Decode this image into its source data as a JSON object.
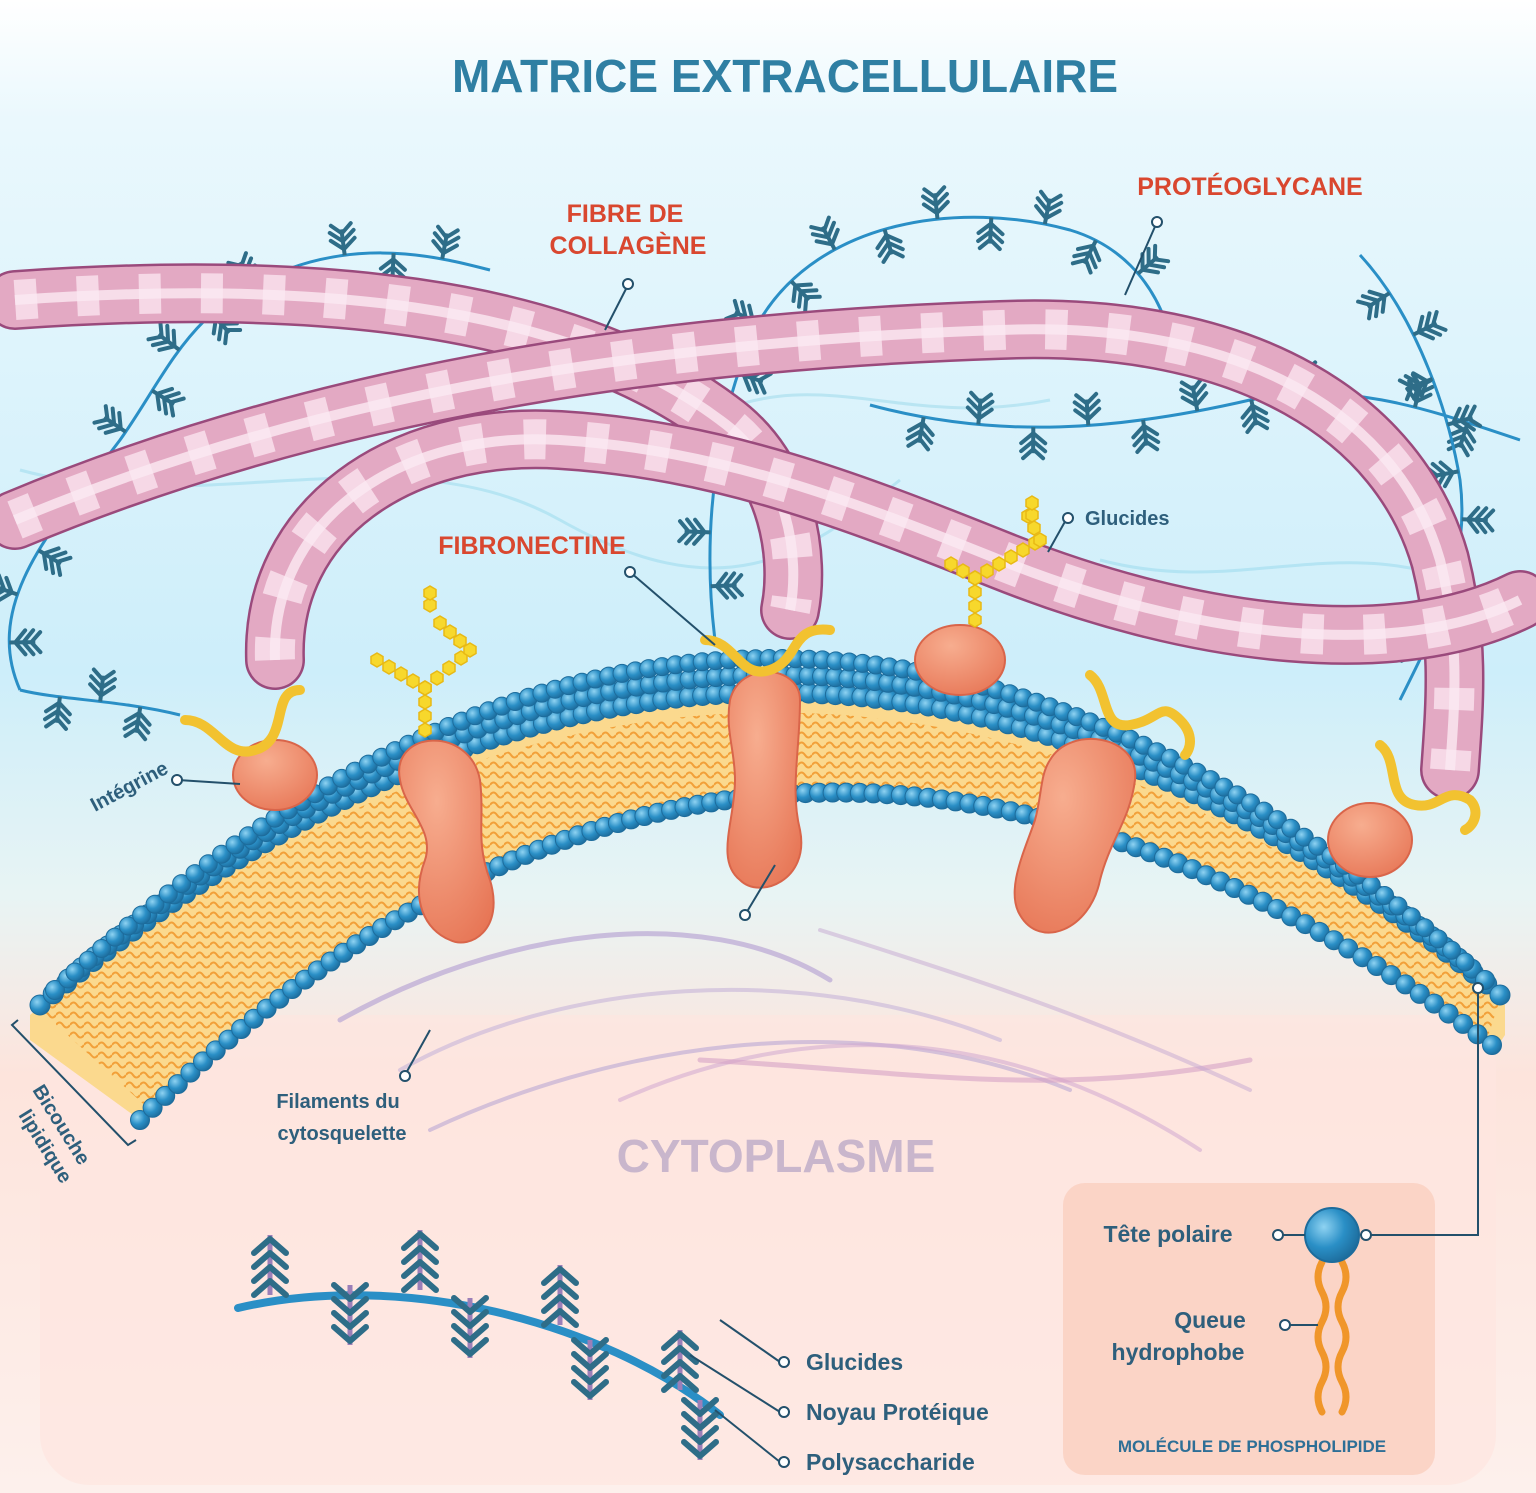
{
  "title": "MATRICE EXTRACELLULAIRE",
  "labels": {
    "collagen_line1": "FIBRE DE",
    "collagen_line2": "COLLAGÈNE",
    "proteoglycan": "PROTÉOGLYCANE",
    "fibronectin": "FIBRONECTINE",
    "carbs": "Glucides",
    "integrin": "Intégrine",
    "bilayer_line1": "Bicouche",
    "bilayer_line2": "lipidique",
    "filaments_line1": "Filaments du",
    "filaments_line2": "cytosquelette",
    "cytoplasm": "CYTOPLASME"
  },
  "proteoglycan_legend": {
    "carbs": "Glucides",
    "protein_core": "Noyau Protéique",
    "polysaccharide": "Polysaccharide"
  },
  "phospholipid_legend": {
    "polar_head": "Tête polaire",
    "tail_line1": "Queue",
    "tail_line2": "hydrophobe",
    "caption": "MOLÉCULE DE PHOSPHOLIPIDE"
  },
  "colors": {
    "title": "#2f7fa3",
    "accent_red": "#d9472f",
    "label_dark": "#2e5f7c",
    "ecm_background": "#cfeef9",
    "cytoplasm": "#fde6df",
    "phospholipid_head": "#2a8fc6",
    "phospholipid_tail": "#f0962a",
    "bilayer_core": "#fbd98e",
    "protein": "#ef8b6c",
    "collagen": "#e3a9c3",
    "fibronectin": "#f2c230",
    "carbohydrate": "#f7d82c",
    "proteoglycan": "#2e6d88"
  },
  "icons": [
    "phospholipid-head-icon",
    "phospholipid-tail-icon",
    "proteoglycan-icon",
    "carbohydrate-chain-icon"
  ]
}
